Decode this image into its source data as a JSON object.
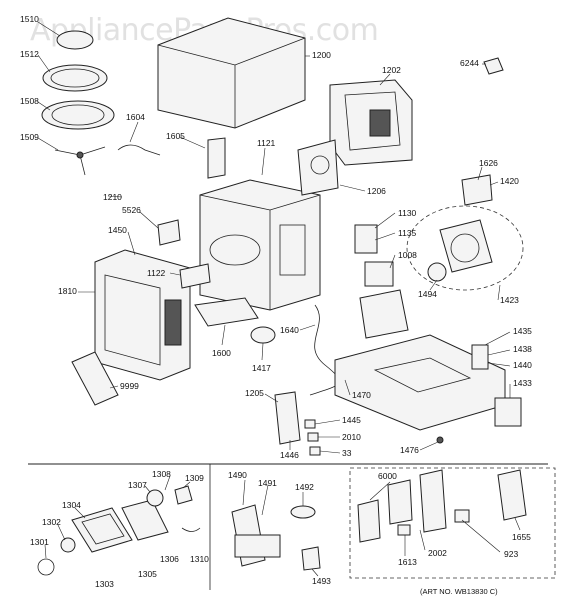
{
  "watermark": "AppliancePartsPros.com",
  "art_number": "(ART NO. WB13830 C)",
  "part_labels": {
    "p1510": "1510",
    "p1512": "1512",
    "p1508": "1508",
    "p1509": "1509",
    "p1604": "1604",
    "p1605": "1605",
    "p1121": "1121",
    "p1200": "1200",
    "p1202": "1202",
    "p6244": "6244",
    "p1626": "1626",
    "p1420": "1420",
    "p1206": "1206",
    "p1130": "1130",
    "p1135": "1135",
    "p1008": "1008",
    "p1210": "1210",
    "p5526": "5526",
    "p1450": "1450",
    "p1122": "1122",
    "p1810": "1810",
    "p1494": "1494",
    "p1423": "1423",
    "p1640": "1640",
    "p1600": "1600",
    "p1417": "1417",
    "p1435": "1435",
    "p1438": "1438",
    "p1440": "1440",
    "p1433": "1433",
    "p9999": "9999",
    "p1205": "1205",
    "p1470": "1470",
    "p1445": "1445",
    "p2010": "2010",
    "p1446": "1446",
    "p33": "33",
    "p1476": "1476",
    "p1308": "1308",
    "p1309": "1309",
    "p1307": "1307",
    "p1304": "1304",
    "p1302": "1302",
    "p1301": "1301",
    "p1306": "1306",
    "p1310": "1310",
    "p1305": "1305",
    "p1303": "1303",
    "p1490": "1490",
    "p1491": "1491",
    "p1492": "1492",
    "p1493": "1493",
    "p6000": "6000",
    "p2002": "2002",
    "p1613": "1613",
    "p923": "923",
    "p1655": "1655"
  }
}
